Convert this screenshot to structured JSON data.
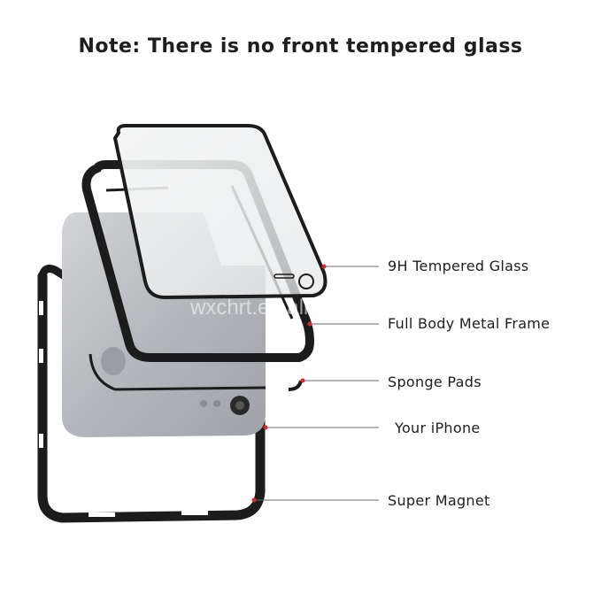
{
  "note": "Note: There is no front tempered glass",
  "watermark": "wxchrt.en.alibaba.com",
  "callouts": [
    {
      "id": "glass",
      "label": "9H Tempered Glass"
    },
    {
      "id": "frame",
      "label": "Full Body Metal Frame"
    },
    {
      "id": "sponge",
      "label": "Sponge Pads"
    },
    {
      "id": "iphone",
      "label": "Your iPhone"
    },
    {
      "id": "magnet",
      "label": "Super Magnet"
    }
  ],
  "colors": {
    "text": "#1e1e1e",
    "marker": "#e0262c",
    "frame": "#1c1c1c",
    "phone": "#b9bcc0"
  }
}
